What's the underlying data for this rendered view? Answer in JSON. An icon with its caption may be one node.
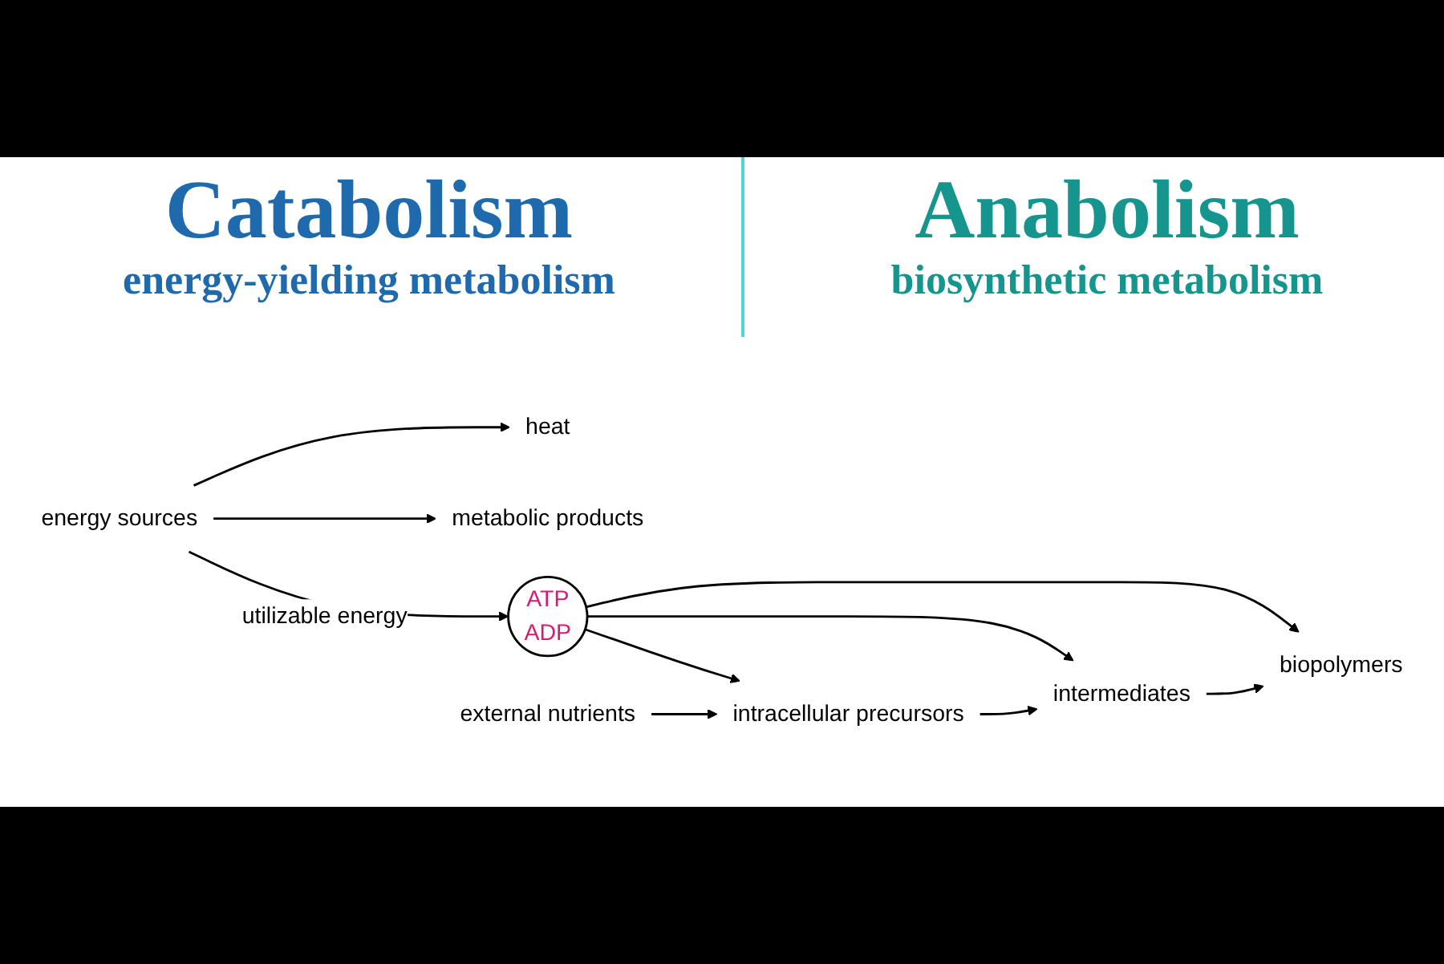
{
  "diagram": {
    "nodes": [
      {
        "text": [
          "energy sources"
        ]
      },
      {
        "text": [
          "heat"
        ]
      },
      {
        "text": [
          "metabolic products"
        ]
      },
      {
        "text": [
          "ATP",
          "ADP"
        ]
      },
      {
        "text": [
          "biopolymers"
        ]
      },
      {
        "text": [
          "intermediates"
        ]
      },
      {
        "text": [
          "intracellular precursors"
        ]
      },
      {
        "text": [
          "external nutrients"
        ]
      }
    ],
    "edges": [
      {
        "from": 0,
        "to": 1,
        "arrow": "to"
      },
      {
        "from": 0,
        "to": 2,
        "arrow": "to"
      },
      {
        "from": 0,
        "to": 3,
        "arrow": "to",
        "label": "utilizable energy"
      },
      {
        "from": 3,
        "to": 4,
        "arrow": "to"
      },
      {
        "from": 3,
        "to": 5,
        "arrow": "to"
      },
      {
        "from": 3,
        "to": 6,
        "arrow": "to"
      },
      {
        "from": 7,
        "to": 6,
        "arrow": "to"
      },
      {
        "from": 6,
        "to": 5,
        "arrow": "to"
      },
      {
        "from": 5,
        "to": 4,
        "arrow": "to"
      }
    ],
    "labels": [
      "Catabolism",
      "energy-yielding metabolism",
      "Anabolism",
      "biosynthetic metabolism"
    ]
  }
}
